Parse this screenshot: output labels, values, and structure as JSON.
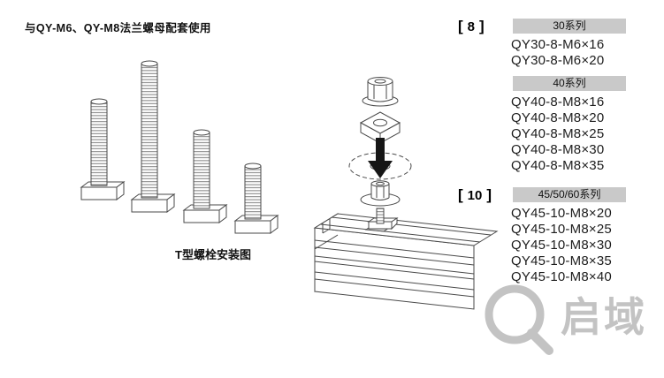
{
  "header": {
    "note": "与QY-M6、QY-M8法兰螺母配套使用"
  },
  "diagram": {
    "caption": "T型螺栓安装图"
  },
  "brackets": {
    "left": "[",
    "right": "]"
  },
  "parts": {
    "groups": [
      {
        "badge": "8",
        "series": "30系列",
        "items": [
          "QY30-8-M6×16",
          "QY30-8-M6×20"
        ]
      },
      {
        "badge": "",
        "series": "40系列",
        "items": [
          "QY40-8-M8×16",
          "QY40-8-M8×20",
          "QY40-8-M8×25",
          "QY40-8-M8×30",
          "QY40-8-M8×35"
        ]
      },
      {
        "badge": "10",
        "series": "45/50/60系列",
        "items": [
          "QY45-10-M8×20",
          "QY45-10-M8×25",
          "QY45-10-M8×30",
          "QY45-10-M8×35",
          "QY45-10-M8×40"
        ]
      }
    ]
  },
  "watermark": {
    "text": "启域"
  },
  "colors": {
    "chip_bg": "#c9c9c9",
    "line": "#4a4a4a",
    "watermark": "#c3c3c3",
    "text": "#1c1c1c"
  }
}
